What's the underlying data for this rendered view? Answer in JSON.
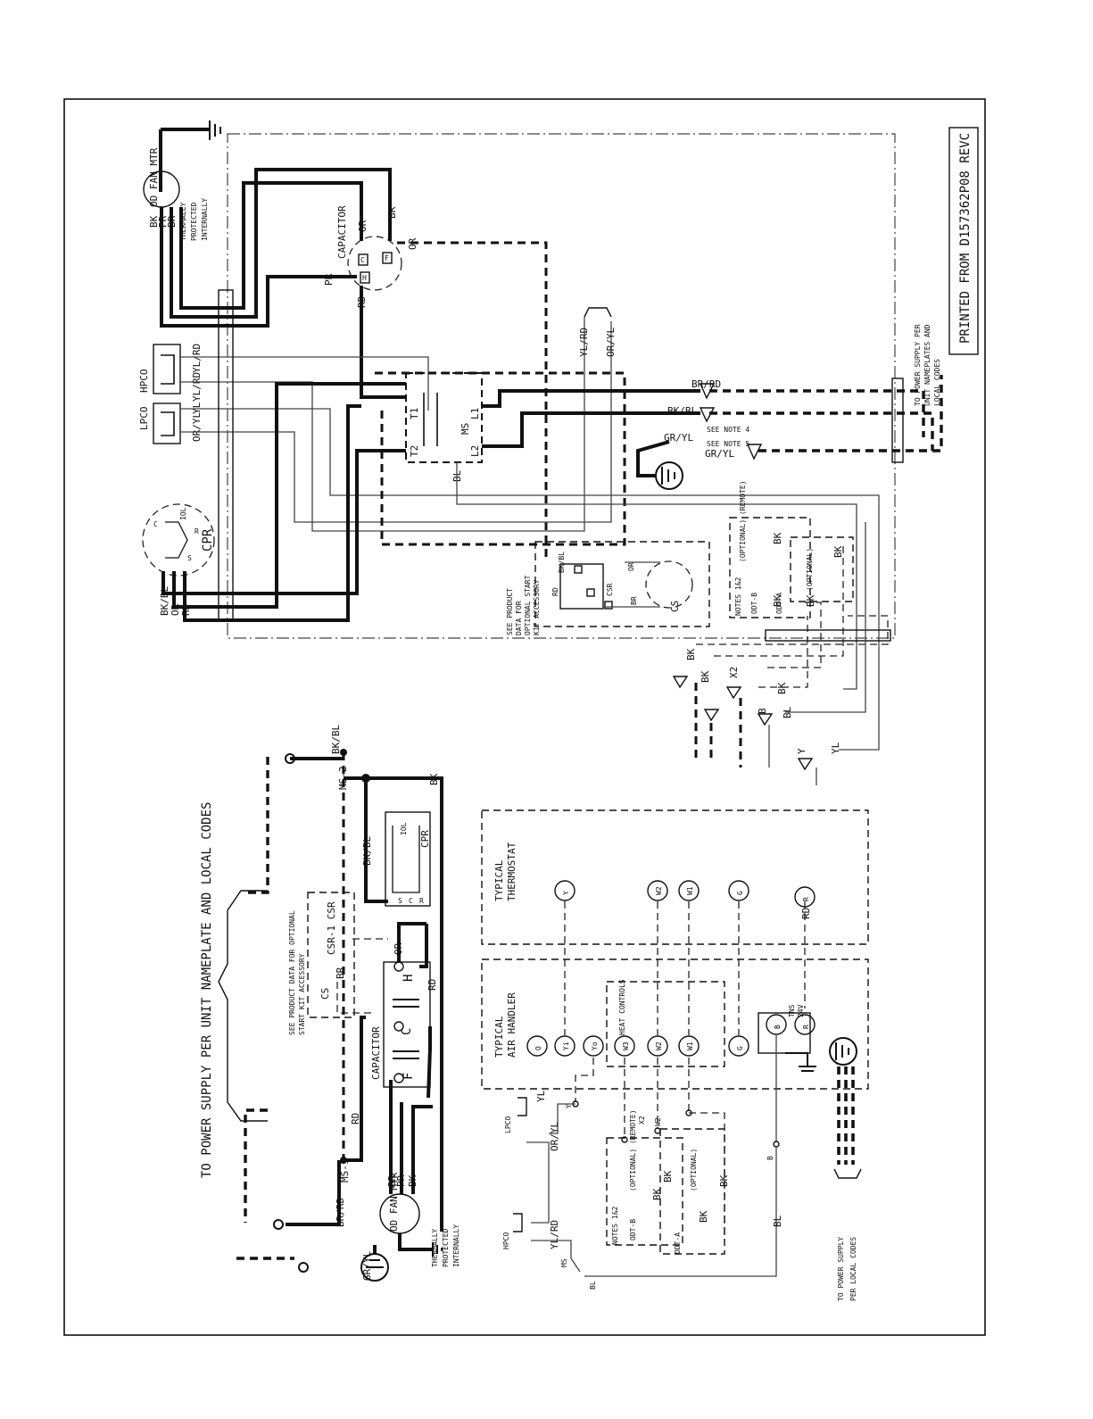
{
  "document": {
    "printed_from": "PRINTED FROM D157362P08 REVC"
  },
  "top_diagram": {
    "fan_motor": {
      "name": "OD FAN MTR",
      "note_line1": "THERMALLY",
      "note_line2": "PROTECTED",
      "note_line3": "INTERNALLY",
      "leads": [
        "BK",
        "PR",
        "BR"
      ]
    },
    "capacitor": {
      "name": "CAPACITOR",
      "terminals": [
        "C",
        "H",
        "F"
      ],
      "wires": [
        "PR",
        "RD",
        "OR",
        "BR",
        "OR"
      ]
    },
    "hpco": {
      "name": "HPCO",
      "wires": [
        "YL/RD",
        "YL/RD"
      ]
    },
    "lpco": {
      "name": "LPCO",
      "wires": [
        "YL",
        "OR/YL"
      ]
    },
    "contactor": {
      "name": "MS",
      "terminals": [
        "T1",
        "T2",
        "L1",
        "L2"
      ],
      "coil_wire": "BL"
    },
    "compressor": {
      "name": "CPR",
      "ol": "IOL",
      "terminals": [
        "C",
        "S",
        "R"
      ],
      "wires": [
        "BK/BL",
        "OR",
        "RD"
      ]
    },
    "supply_wires": [
      "BR/RD",
      "BK/BL",
      "GR/YL",
      "GR/YL"
    ],
    "see_note_4": "SEE NOTE 4",
    "see_note_5": "SEE NOTE 5",
    "power_note": {
      "line1": "TO POWER SUPPLY PER",
      "line2": "UNIT NAMEPLATES AND",
      "line3": "LOCAL CODES"
    },
    "right_wires": [
      "YL/RD",
      "OR/YL"
    ],
    "start_kit_note": {
      "line1": "SEE PRODUCT",
      "line2": "DATA FOR",
      "line3": "OPTIONAL START",
      "line4": "KIT ACCESSORY"
    },
    "start_kit": {
      "csr": "CSR",
      "cs": "CS",
      "wires": [
        "BK/BL",
        "OR",
        "RD",
        "BR"
      ]
    },
    "odt": {
      "notes": "NOTES 1&2",
      "odt_b": "ODT-B",
      "odt_a": "ODT-A",
      "optional_remote": "(OPTIONAL) (REMOTE)",
      "optional": "(OPTIONAL)",
      "wires": [
        "BK",
        "BK",
        "BK",
        "BK"
      ]
    },
    "field": {
      "x2": "X2",
      "wires": [
        "BK",
        "BK",
        "BK",
        "BL",
        "YL"
      ],
      "b": "B",
      "y": "Y"
    }
  },
  "ladder": {
    "supply_note": "TO POWER SUPPLY PER UNIT NAMEPLATE AND LOCAL CODES",
    "ms1": "MS-1",
    "ms2": "MS-2",
    "wires": [
      "BR/RD",
      "BK/BL",
      "GR/YL",
      "RD",
      "BK",
      "BK/BL",
      "OR",
      "RD",
      "BR",
      "PR",
      "BK",
      "RD",
      "BK/BL"
    ],
    "start_kit_note": {
      "line1": "SEE PRODUCT DATA FOR OPTIONAL",
      "line2": "START KIT ACCESSORY"
    },
    "cs": "CS",
    "csr": "CSR-1 CSR",
    "capacitor": {
      "name": "CAPACITOR",
      "c": "C",
      "h": "H",
      "f": "F"
    },
    "compressor": {
      "name": "CPR",
      "ol": "IOL",
      "s": "S",
      "c": "C",
      "r": "R"
    },
    "fan_motor": {
      "name": "OD FAN MTR",
      "note_line1": "THERMALLY",
      "note_line2": "PROTECTED",
      "note_line3": "INTERNALLY"
    }
  },
  "low_voltage": {
    "thermostat": {
      "title_line1": "TYPICAL",
      "title_line2": "THERMOSTAT",
      "terminals": [
        "Y",
        "W2",
        "W1",
        "G",
        "R"
      ],
      "wire_rd": "RD"
    },
    "air_handler": {
      "title_line1": "TYPICAL",
      "title_line2": "AIR HANDLER",
      "terminals": [
        "O",
        "Yi",
        "Yo",
        "W3",
        "W2",
        "W1",
        "G",
        "B",
        "R"
      ],
      "heat_controls": "HEAT CONTROLS",
      "trans": "TNS",
      "trans_v": "24V"
    },
    "lpco": "LPCO",
    "hpco": "HPCO",
    "ms": "MS",
    "wires": [
      "YL",
      "OR/YL",
      "YL/RD",
      "BL",
      "BL",
      "BK",
      "BK",
      "BK",
      "BK"
    ],
    "y": "Y",
    "b": "B",
    "x2": "X2",
    "w2": "W2",
    "notes": "NOTES 1&2",
    "odt_b": "ODT-B",
    "odt_a": "ODT-A",
    "optional_remote": "(OPTIONAL) (REMOTE)",
    "optional": "(OPTIONAL)",
    "supply_note_line1": "TO POWER SUPPLY",
    "supply_note_line2": "PER LOCAL CODES"
  }
}
